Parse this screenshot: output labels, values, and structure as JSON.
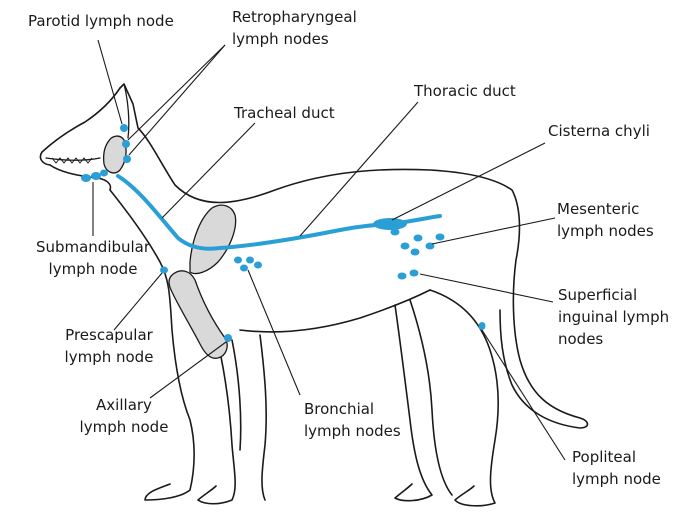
{
  "labels": {
    "parotid": [
      "Parotid lymph node"
    ],
    "retropharyngeal": [
      "Retropharyngeal",
      "lymph nodes"
    ],
    "tracheal": [
      "Tracheal duct"
    ],
    "thoracic": [
      "Thoracic duct"
    ],
    "cisterna": [
      "Cisterna chyli"
    ],
    "mesenteric": [
      "Mesenteric",
      "lymph nodes"
    ],
    "submandibular": [
      "Submandibular",
      "lymph node"
    ],
    "prescapular": [
      "Prescapular",
      "lymph node"
    ],
    "superficial_inguinal": [
      "Superficial",
      "inguinal lymph",
      "nodes"
    ],
    "axillary": [
      "Axillary",
      "lymph node"
    ],
    "bronchial": [
      "Bronchial",
      "lymph nodes"
    ],
    "popliteal": [
      "Popliteal",
      "lymph node"
    ]
  },
  "colors": {
    "outline": "#1a1a1a",
    "lymph": "#2a9fd6",
    "bone": "#d9d9d9",
    "label": "#1a1a1a"
  }
}
